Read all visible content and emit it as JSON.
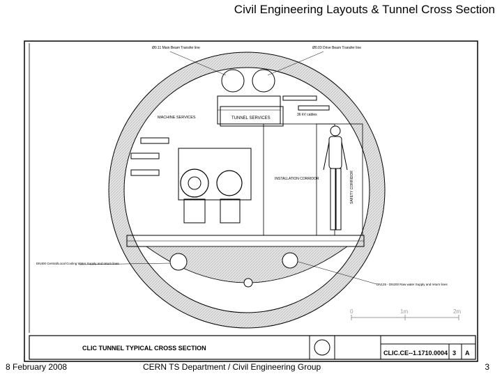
{
  "slide": {
    "title": "Civil Engineering Layouts & Tunnel Cross Section",
    "footer_date": "8 February 2008",
    "footer_org": "CERN TS Department / Civil Engineering Group",
    "page_number": "3"
  },
  "drawing": {
    "labels": {
      "main_beam": "Ø0.11 Main Beam Transfer line",
      "drive_beam": "Ø0.03 Drive Beam Transfer line",
      "tunnel_services": "TUNNEL SERVICES",
      "machine_services": "MACHINE SERVICES",
      "installation_corridor": "INSTALLATION CORRIDOR",
      "safety_corridor": "SAFETY CORRIDOR",
      "cable": "36 kV cables",
      "cooling_water": "DN400 Central/Local Cooling Water Supply and return lines",
      "raw_water": "DN125 - DN200 Raw water Supply and return lines",
      "scale_0": "0",
      "scale_1": "1m",
      "scale_2": "2m"
    },
    "title_block": {
      "title": "CLIC TUNNEL TYPICAL CROSS SECTION",
      "drawing_number": "CLIC.CE--1.1710.0004",
      "index": "3",
      "rev": "A"
    }
  }
}
